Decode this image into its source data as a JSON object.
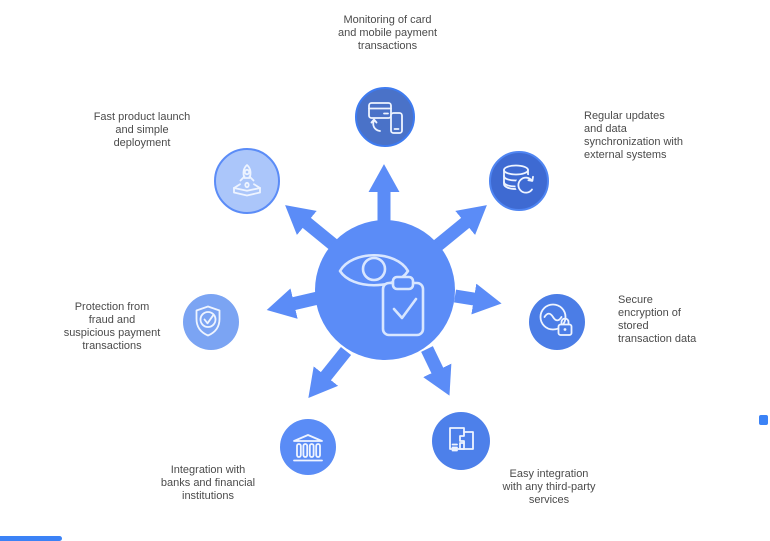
{
  "diagram": {
    "center": {
      "icon": "eye-clipboard-icon",
      "meaning": "transaction monitoring hub"
    },
    "nodes": [
      {
        "id": "card-payments",
        "icon": "card-phone-icon",
        "label": "Monitoring of card\nand mobile payment\ntransactions"
      },
      {
        "id": "data-sync",
        "icon": "database-refresh-icon",
        "label": "Regular updates\nand data\nsynchronization with\nexternal systems"
      },
      {
        "id": "data-encryption",
        "icon": "wave-lock-icon",
        "label": "Secure\nencryption of\nstored\ntransaction data"
      },
      {
        "id": "integrations",
        "icon": "integration-pieces-icon",
        "label": "Easy integration\nwith any third-party\nservices"
      },
      {
        "id": "banking",
        "icon": "bank-icon",
        "label": "Integration with\nbanks and financial\ninstitutions"
      },
      {
        "id": "fraud-protection",
        "icon": "shield-check-icon",
        "label": "Protection from\nfraud and\nsuspicious payment\ntransactions"
      },
      {
        "id": "quick-launch",
        "icon": "rocket-launch-icon",
        "label": "Fast product launch\nand simple\ndeployment"
      }
    ],
    "palette": {
      "hub_blue": "#5b8cf7",
      "node_top": "#4a72c8",
      "node_top_ring": "#3e7bf0",
      "node_top_right": "#3e6ad2",
      "node_right": "#4b7de6",
      "node_bottom_right": "#4d80ea",
      "node_bottom_left": "#5a8cf6",
      "node_left": "#7ba4f3",
      "node_top_left": "#abc6fa",
      "node_top_left_ring": "#5b8cf7",
      "icon_stroke": "#eef4ff",
      "center_icon_stroke": "#d8e6ff",
      "label_gray": "#4b4b4b",
      "stray_blue": "#3b82f6"
    }
  }
}
